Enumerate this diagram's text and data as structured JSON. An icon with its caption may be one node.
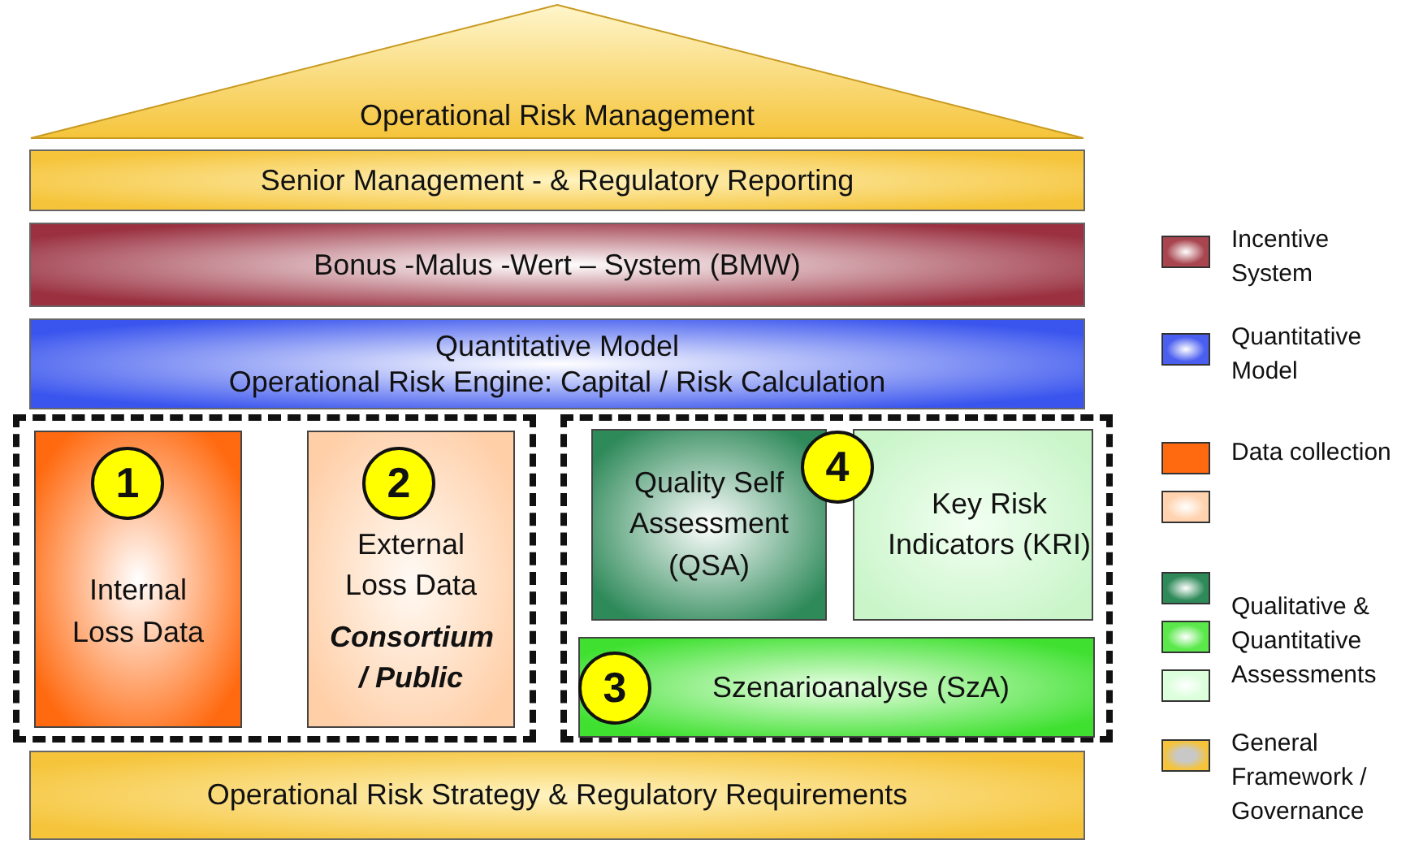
{
  "diagram": {
    "nodes": [
      {
        "text": [
          "Operational Risk Management"
        ]
      },
      {
        "text": [
          "Senior Management - & Regulatory Reporting"
        ]
      },
      {
        "text": [
          "Bonus -Malus -Wert – System (BMW)"
        ]
      },
      {
        "text": [
          "Quantitative Model",
          "Operational Risk Engine: Capital / Risk Calculation"
        ]
      },
      {
        "text": [],
        "shape": "box"
      },
      {
        "text": [
          "Internal Loss Data"
        ],
        "in": 4
      },
      {
        "text": [
          "1"
        ],
        "in": 5
      },
      {
        "text": [
          "External Loss Data",
          "Consortium / Public"
        ],
        "in": 4
      },
      {
        "text": [
          "2"
        ],
        "in": 7
      },
      {
        "text": [],
        "shape": "box"
      },
      {
        "text": [
          "Quality Self Assessment (QSA)"
        ],
        "in": 9
      },
      {
        "text": [
          "4"
        ],
        "in": 9
      },
      {
        "text": [
          "Key Risk Indicators (KRI)"
        ],
        "in": 9
      },
      {
        "text": [
          "Szenarioanalyse (SzA)"
        ],
        "in": 9
      },
      {
        "text": [
          "3"
        ],
        "in": 13
      },
      {
        "text": [
          "Operational Risk Strategy & Regulatory Requirements"
        ]
      }
    ],
    "legend": [
      {
        "text": "Incentive System",
        "color": "#a8454f"
      },
      {
        "text": "Quantitative Model",
        "color": "#4a5ef0"
      },
      {
        "text": "Data collection",
        "color": "#ff6a10"
      },
      {
        "text": "Qualitative & Quantitative Assessments",
        "color": "#2f8a5a"
      },
      {
        "text": "General Framework / Governance",
        "color": "#f5c43a"
      }
    ]
  }
}
